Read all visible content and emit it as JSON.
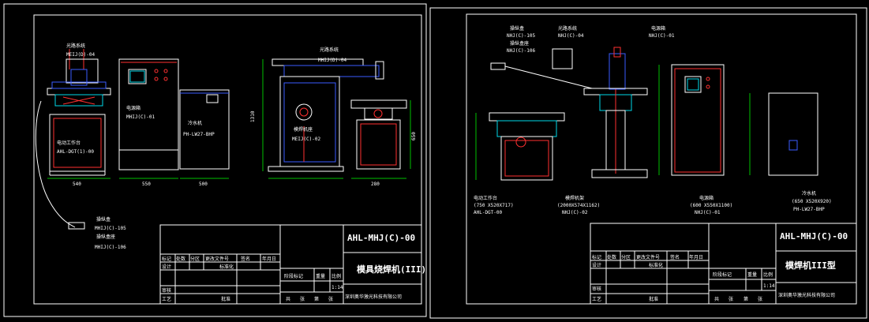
{
  "left_sheet": {
    "labels": {
      "optical_system": "光路系统",
      "optical_system_code": "MEIJ(D)-04",
      "control_box": "操纵盒",
      "control_box_code": "MHIJ(C)-105",
      "control_box_seat": "操纵盒座",
      "control_box_seat_code": "MHIJ(C)-106",
      "worktable": "电动工作台",
      "worktable_code": "AHL-DGT(1)-00",
      "power_cabinet": "电源箱",
      "power_cabinet_code": "MHIJ(C)-01",
      "chiller": "冷水机",
      "chiller_model": "PH-LW27-BHP",
      "cabinet": "模焊机座",
      "cabinet_code": "MEIJ(C)-02",
      "optical_system_2": "光路系统",
      "optical_system_2_code": "MHIJ(D)-04"
    },
    "dims": {
      "d540": "540",
      "d550": "550",
      "d500": "500",
      "d280": "280",
      "d1310": "1310",
      "d650": "650"
    },
    "title_block": {
      "drawing_no": "AHL-MHJ(C)-00",
      "drawing_name": "模具烧焊机(III)",
      "company": "深圳奥华激光科技有限公司",
      "h_mark": "标记",
      "h_count": "处数",
      "h_zone": "分区",
      "h_change_doc": "更改文件号",
      "h_sign": "签名",
      "h_date": "年月日",
      "design": "设计",
      "standardize": "标准化",
      "stage": "阶段标记",
      "weight": "重量",
      "scale": "比例",
      "scale_val": "1:14",
      "audit": "审核",
      "process": "工艺",
      "approve": "批准",
      "total": "共",
      "sheet": "张",
      "sheet_no": "第",
      "sheet_unit": "张"
    }
  },
  "right_sheet": {
    "labels": {
      "control_box": "操纵盒",
      "control_box_code": "NHJ(C)-105",
      "control_box_seat": "操纵盒座",
      "control_box_seat_code": "NHJ(C)-106",
      "optical_system": "光路系统",
      "optical_system_code": "NHJ(C)-04",
      "power_top": "电源箱",
      "power_top_code": "NHJ(C)-01",
      "worktable": "电动工作台",
      "worktable_size": "(750 X520X717)",
      "worktable_code": "AHL-DGT-00",
      "mold_frame": "模焊机架",
      "mold_frame_size": "(2000X574X1162)",
      "mold_frame_code": "NHJ(C)-02",
      "power_cabinet": "电源箱",
      "power_cabinet_size": "(600 X550X1100)",
      "power_cabinet_code": "NHJ(C)-01",
      "chiller": "冷水机",
      "chiller_size": "(650 X520X920)",
      "chiller_model": "PH-LW27-BHP"
    },
    "title_block": {
      "drawing_no": "AHL-MHJ(C)-00",
      "drawing_name": "模焊机III型",
      "company": "深圳奥华激光科技有限公司",
      "h_mark": "标记",
      "h_count": "处数",
      "h_zone": "分区",
      "h_change_doc": "更改文件号",
      "h_sign": "签名",
      "h_date": "年月日",
      "design": "设计",
      "standardize": "标准化",
      "stage": "阶段标记",
      "weight": "重量",
      "scale": "比例",
      "scale_val": "1:14",
      "audit": "审核",
      "process": "工艺",
      "approve": "批准",
      "total": "共",
      "sheet": "张",
      "sheet_no": "第",
      "sheet_unit": "张"
    }
  },
  "colors": {
    "background": "#000000",
    "lines": "#ffffff",
    "accent_red": "#ff3030",
    "accent_blue": "#3a5cff",
    "accent_cyan": "#00d8e8"
  }
}
